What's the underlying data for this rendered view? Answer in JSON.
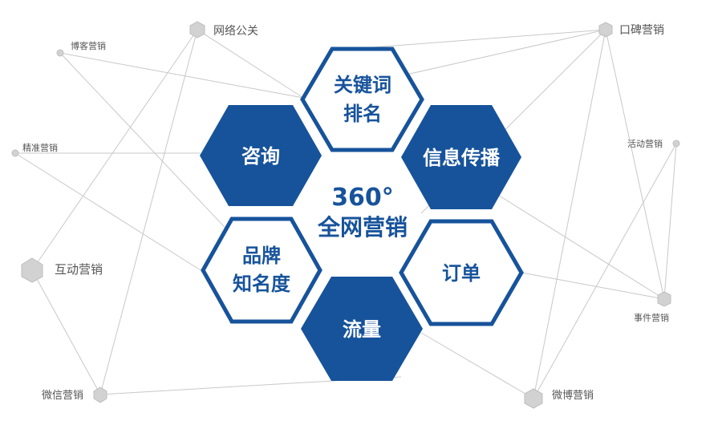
{
  "center": {
    "line1": "360°",
    "line2": "全网营销"
  },
  "hexagons": {
    "keyword": {
      "line1": "关键词",
      "line2": "排名"
    },
    "consult": {
      "line1": "咨询"
    },
    "info": {
      "line1": "信息传播"
    },
    "brand": {
      "line1": "品牌",
      "line2": "知名度"
    },
    "order": {
      "line1": "订单"
    },
    "traffic": {
      "line1": "流量"
    }
  },
  "nodes": {
    "network_pr": "网络公关",
    "blog": "博客营销",
    "precision": "精准营销",
    "interactive": "互动营销",
    "wechat": "微信营销",
    "word_of_mouth": "口碑营销",
    "event_activity": "活动营销",
    "event": "事件营销",
    "weibo": "微博营销"
  },
  "colors": {
    "primary": "#17539b",
    "node": "#d2d2d2",
    "line": "#c8c8c8"
  }
}
